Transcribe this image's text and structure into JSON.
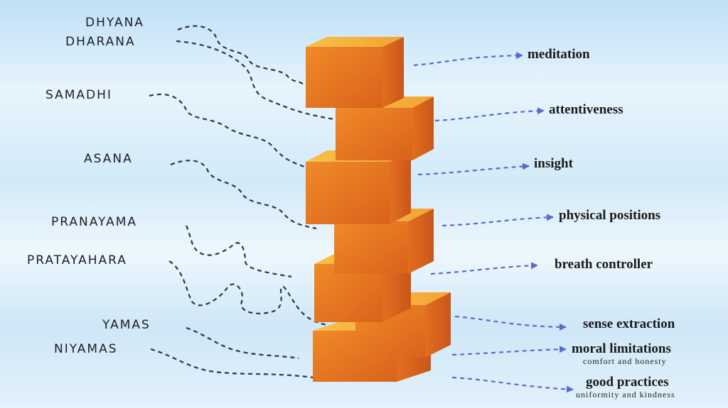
{
  "diagram": {
    "left_labels": [
      "DHYANA",
      "DHARANA",
      "SAMADHI",
      "ASANA",
      "PRANAYAMA",
      "PRATAYAHARA",
      "YAMAS",
      "NIYAMAS"
    ],
    "right_labels": [
      "meditation",
      "attentiveness",
      "insight",
      "physical positions",
      "breath controller",
      "sense extraction",
      "moral limitations",
      "good practices"
    ],
    "right_sublabels": {
      "moral": "comfort and honesty",
      "good": "uniformity and kindness"
    },
    "colors": {
      "block_front": "#e8741f",
      "block_top": "#f6b13c",
      "block_side": "#d8621a",
      "left_connector": "#2b3550",
      "right_arrow": "#5a6ad0"
    }
  }
}
